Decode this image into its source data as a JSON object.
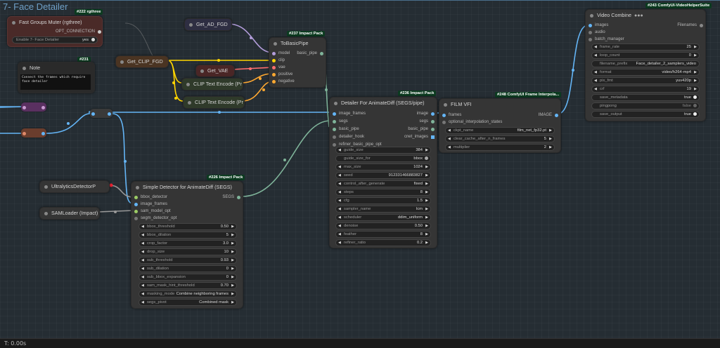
{
  "group": {
    "title": "7- Face Detailer"
  },
  "status": {
    "time": "T: 0.00s"
  },
  "nodes": {
    "muter": {
      "badge": "#222 rgthree",
      "title": "Fast Groups Muter (rgthree)",
      "output": "OPT_CONNECTION",
      "toggle_label": "Enable 7- Face Detailer",
      "toggle_value": "yes"
    },
    "note": {
      "badge": "#231",
      "title": "Note",
      "text": "Connect the frames which require face detailer"
    },
    "get_ad_fgd": {
      "title": "Get_AD_FGD"
    },
    "get_clip_fgd": {
      "title": "Get_CLIP_FGD"
    },
    "get_vae": {
      "title": "Get_VAE"
    },
    "clip_text_1": {
      "title": "CLIP Text Encode (Pr"
    },
    "clip_text_2": {
      "title": "CLIP Text Encode (Pr"
    },
    "tobasicpipe": {
      "badge": "#237 Impact Pack",
      "title": "ToBasicPipe",
      "inputs": [
        "model",
        "clip",
        "vae",
        "positive",
        "negative"
      ],
      "output": "basic_pipe"
    },
    "ultralytics": {
      "title": "UltralyticsDetectorP"
    },
    "samloader": {
      "title": "SAMLoader (Impact)"
    },
    "simple_detector": {
      "badge": "#226 Impact Pack",
      "title": "Simple Detector for AnimateDiff (SEGS)",
      "inputs": [
        "bbox_detector",
        "image_frames",
        "sam_model_opt",
        "segm_detector_opt"
      ],
      "output": "SEGS",
      "widgets": [
        {
          "label": "bbox_threshold",
          "value": "0.50"
        },
        {
          "label": "bbox_dilation",
          "value": "5"
        },
        {
          "label": "crop_factor",
          "value": "3.0"
        },
        {
          "label": "drop_size",
          "value": "10"
        },
        {
          "label": "sub_threshold",
          "value": "0.93"
        },
        {
          "label": "sub_dilation",
          "value": "0"
        },
        {
          "label": "sub_bbox_expansion",
          "value": "0"
        },
        {
          "label": "sam_mask_hint_threshold",
          "value": "0.70"
        },
        {
          "label": "masking_mode",
          "value": "Combine neighboring frames"
        },
        {
          "label": "segs_pivot",
          "value": "Combined mask"
        }
      ]
    },
    "detailer": {
      "badge": "#236 Impact Pack",
      "title": "Detailer For AnimateDiff (SEGS/pipe)",
      "inputs": [
        "image_frames",
        "segs",
        "basic_pipe",
        "detailer_hook",
        "refiner_basic_pipe_opt"
      ],
      "outputs": [
        "image",
        "segs",
        "basic_pipe",
        "cnet_images"
      ],
      "widgets": [
        {
          "label": "guide_size",
          "value": "384",
          "kind": "num"
        },
        {
          "label": "guide_size_for",
          "value": "bbox",
          "kind": "toggle"
        },
        {
          "label": "max_size",
          "value": "1024",
          "kind": "num"
        },
        {
          "label": "seed",
          "value": "912331466883827",
          "kind": "num"
        },
        {
          "label": "control_after_generate",
          "value": "fixed",
          "kind": "num"
        },
        {
          "label": "steps",
          "value": "8",
          "kind": "num"
        },
        {
          "label": "cfg",
          "value": "1.5",
          "kind": "num"
        },
        {
          "label": "sampler_name",
          "value": "lcm",
          "kind": "num"
        },
        {
          "label": "scheduler",
          "value": "ddim_uniform",
          "kind": "num"
        },
        {
          "label": "denoise",
          "value": "0.50",
          "kind": "num"
        },
        {
          "label": "feather",
          "value": "8",
          "kind": "num"
        },
        {
          "label": "refiner_ratio",
          "value": "0.2",
          "kind": "num"
        }
      ]
    },
    "film_vfi": {
      "badge": "#248 ComfyUI Frame Interpola...",
      "title": "FILM VFI",
      "inputs": [
        "frames",
        "optional_interpolation_states"
      ],
      "output": "IMAGE",
      "widgets": [
        {
          "label": "ckpt_name",
          "value": "film_net_fp32.pt"
        },
        {
          "label": "clear_cache_after_n_frames",
          "value": "5"
        },
        {
          "label": "multiplier",
          "value": "2"
        }
      ]
    },
    "video_combine": {
      "badge": "#243 ComfyUI-VideoHelperSuite",
      "title": "Video Combine",
      "inputs": [
        "images",
        "audio",
        "batch_manager"
      ],
      "output": "Filenames",
      "widgets": [
        {
          "label": "frame_rate",
          "value": "25",
          "kind": "num"
        },
        {
          "label": "loop_count",
          "value": "0",
          "kind": "num"
        },
        {
          "label": "filename_prefix",
          "value": "Face_detailer_2_samplers_video",
          "kind": "text"
        },
        {
          "label": "format",
          "value": "video/h264-mp4",
          "kind": "num"
        },
        {
          "label": "pix_fmt",
          "value": "yuv420p",
          "kind": "num"
        },
        {
          "label": "crf",
          "value": "19",
          "kind": "num"
        },
        {
          "label": "save_metadata",
          "value": "true",
          "kind": "toggle"
        },
        {
          "label": "pingpong",
          "value": "false",
          "kind": "toggle"
        },
        {
          "label": "save_output",
          "value": "true",
          "kind": "toggle"
        }
      ]
    }
  },
  "colors": {
    "link_image": "#64b5f6",
    "link_clip": "#ffd500",
    "link_cond": "#ffa931",
    "link_pipe": "#7fb49a",
    "link_vae": "#ff6e6e",
    "accent_group": "#6fa0c8"
  }
}
